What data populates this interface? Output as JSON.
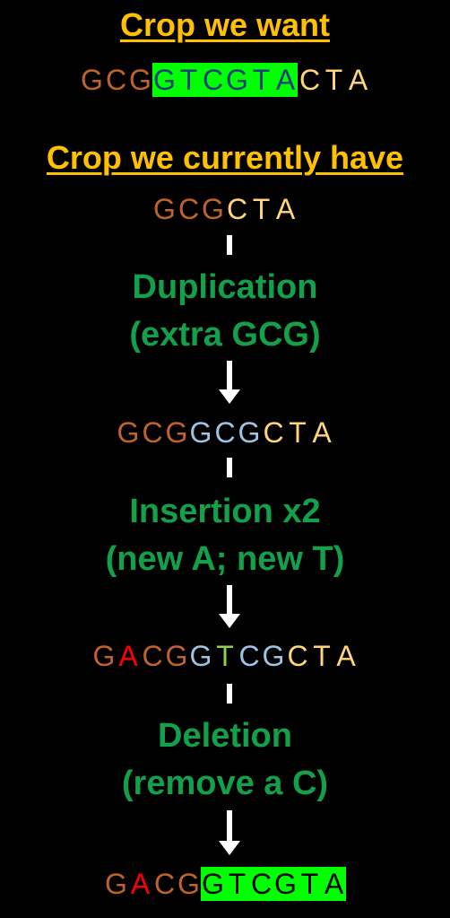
{
  "heading_want": "Crop we want",
  "heading_have": "Crop we currently have",
  "seq_want": [
    {
      "ch": "G",
      "c": "#c0622b"
    },
    {
      "ch": "C",
      "c": "#c0622b"
    },
    {
      "ch": "G",
      "c": "#c0622b"
    },
    {
      "ch": "G",
      "c": "#1a3f7a",
      "hl": true
    },
    {
      "ch": "T",
      "c": "#1a3f7a",
      "hl": true
    },
    {
      "ch": "C",
      "c": "#1a3f7a",
      "hl": true
    },
    {
      "ch": "G",
      "c": "#1a3f7a",
      "hl": true
    },
    {
      "ch": "T",
      "c": "#1a3f7a",
      "hl": true
    },
    {
      "ch": "A",
      "c": "#1a3f7a",
      "hl": true
    },
    {
      "ch": "C",
      "c": "#ffd57a"
    },
    {
      "ch": "T",
      "c": "#ffd57a"
    },
    {
      "ch": "A",
      "c": "#ffd57a"
    }
  ],
  "seq_have": [
    {
      "ch": "G",
      "c": "#c0622b"
    },
    {
      "ch": "C",
      "c": "#c0622b"
    },
    {
      "ch": "G",
      "c": "#c0622b"
    },
    {
      "ch": "C",
      "c": "#ffd57a"
    },
    {
      "ch": "T",
      "c": "#ffd57a"
    },
    {
      "ch": "A",
      "c": "#ffd57a"
    }
  ],
  "step1": {
    "line1": "Duplication",
    "line2": "(extra GCG)"
  },
  "seq_after_dup": [
    {
      "ch": "G",
      "c": "#c0622b"
    },
    {
      "ch": "C",
      "c": "#c0622b"
    },
    {
      "ch": "G",
      "c": "#c0622b"
    },
    {
      "ch": "G",
      "c": "#9dc3e6"
    },
    {
      "ch": "C",
      "c": "#9dc3e6"
    },
    {
      "ch": "G",
      "c": "#9dc3e6"
    },
    {
      "ch": "C",
      "c": "#ffd57a"
    },
    {
      "ch": "T",
      "c": "#ffd57a"
    },
    {
      "ch": "A",
      "c": "#ffd57a"
    }
  ],
  "step2": {
    "line1": "Insertion x2",
    "line2": "(new A; new T)"
  },
  "seq_after_ins": [
    {
      "ch": "G",
      "c": "#c0622b"
    },
    {
      "ch": "A",
      "c": "#ff0000"
    },
    {
      "ch": "C",
      "c": "#c0622b"
    },
    {
      "ch": "G",
      "c": "#c0622b"
    },
    {
      "ch": "G",
      "c": "#9dc3e6"
    },
    {
      "ch": "T",
      "c": "#92d050"
    },
    {
      "ch": "C",
      "c": "#9dc3e6"
    },
    {
      "ch": "G",
      "c": "#9dc3e6"
    },
    {
      "ch": "C",
      "c": "#ffd57a"
    },
    {
      "ch": "T",
      "c": "#ffd57a"
    },
    {
      "ch": "A",
      "c": "#ffd57a"
    }
  ],
  "step3": {
    "line1": "Deletion",
    "line2": "(remove a C)"
  },
  "seq_final": [
    {
      "ch": "G",
      "c": "#c0622b"
    },
    {
      "ch": "A",
      "c": "#ff0000"
    },
    {
      "ch": "C",
      "c": "#c0622b"
    },
    {
      "ch": "G",
      "c": "#c0622b"
    },
    {
      "ch": "G",
      "c": "#000000",
      "hl": true
    },
    {
      "ch": "T",
      "c": "#000000",
      "hl": true
    },
    {
      "ch": "C",
      "c": "#000000",
      "hl": true
    },
    {
      "ch": "G",
      "c": "#000000",
      "hl": true
    },
    {
      "ch": "T",
      "c": "#000000",
      "hl": true
    },
    {
      "ch": "A",
      "c": "#000000",
      "hl": true
    }
  ]
}
